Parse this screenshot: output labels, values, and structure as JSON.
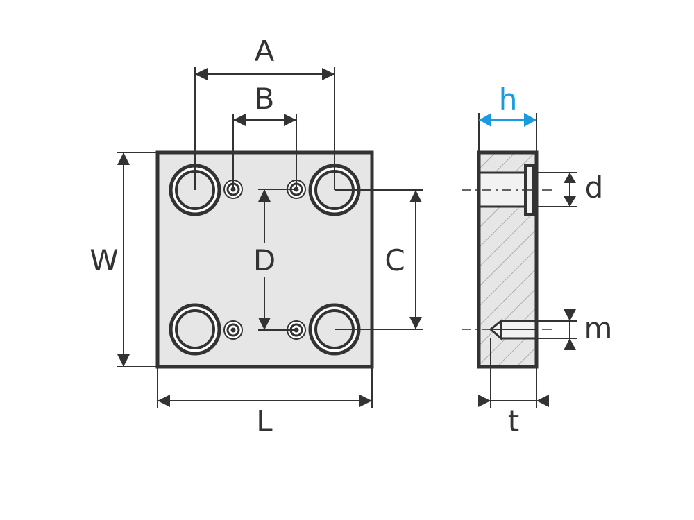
{
  "labels": {
    "A": "A",
    "B": "B",
    "C": "C",
    "D": "D",
    "W": "W",
    "L": "L",
    "h": "h",
    "d": "d",
    "m": "m",
    "t": "t"
  },
  "colors": {
    "line": "#333333",
    "plate_fill": "#e6e6e6",
    "accent": "#1a9be0"
  }
}
